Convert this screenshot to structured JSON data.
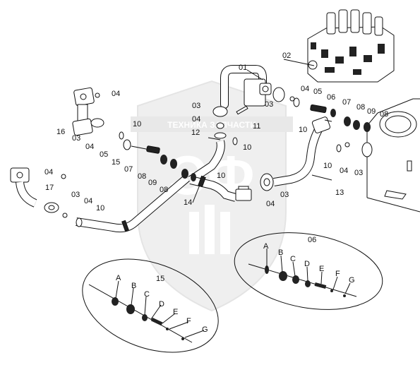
{
  "watermark": {
    "line": "ТЕХНИКА ЗАПЧАСТИ",
    "logo": "ЭФ"
  },
  "callouts": {
    "c01": "01",
    "c02": "02",
    "c03a": "03",
    "c03b": "03",
    "c03c": "03",
    "c03d": "03",
    "c03e": "03",
    "c03f": "03",
    "c04a": "04",
    "c04b": "04",
    "c04c": "04",
    "c04d": "04",
    "c04e": "04",
    "c04f": "04",
    "c04g": "04",
    "c04h": "04",
    "c05a": "05",
    "c05b": "05",
    "c06a": "06",
    "c06b": "06",
    "c07a": "07",
    "c07b": "07",
    "c08a": "08",
    "c08b": "08",
    "c08c": "08",
    "c08d": "08",
    "c09a": "09",
    "c09b": "09",
    "c10a": "10",
    "c10b": "10",
    "c10c": "10",
    "c10d": "10",
    "c10e": "10",
    "c10f": "10",
    "c11": "11",
    "c12": "12",
    "c13": "13",
    "c14": "14",
    "c15a": "15",
    "c15b": "15",
    "c16": "16",
    "c17": "17"
  },
  "detail_06": {
    "label": "06",
    "letters": [
      "A",
      "B",
      "C",
      "D",
      "E",
      "F",
      "G"
    ]
  },
  "detail_15": {
    "label": "15",
    "letters": [
      "A",
      "B",
      "C",
      "D",
      "E",
      "F",
      "G"
    ]
  }
}
